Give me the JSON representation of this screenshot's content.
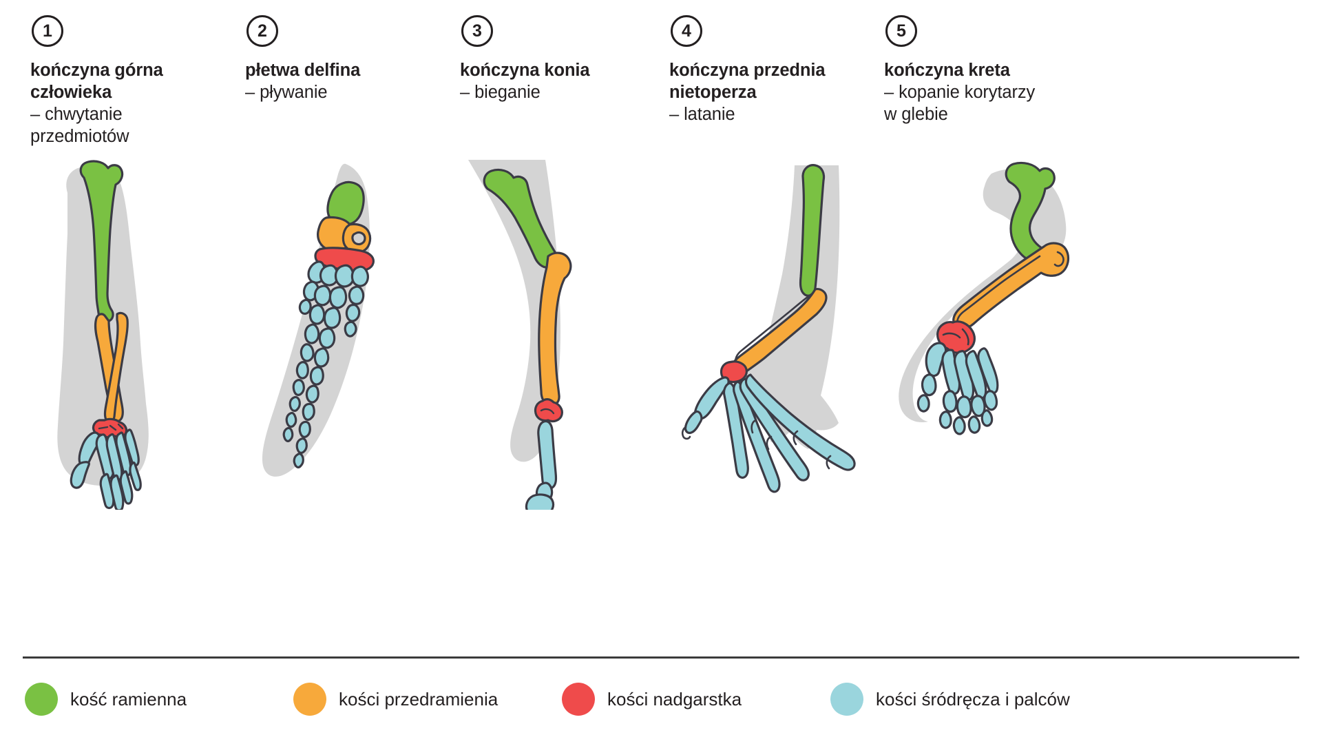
{
  "panels": [
    {
      "number": "1",
      "title": "kończyna górna\nczłowieka",
      "title_line1": "kończyna górna",
      "title_line2": "człowieka",
      "subtitle_line1": "– chwytanie",
      "subtitle_line2": "przedmiotów",
      "figure_name": "human-upper-limb-skeleton"
    },
    {
      "number": "2",
      "title_line1": "płetwa delfina",
      "title_line2": "",
      "subtitle_line1": "– pływanie",
      "subtitle_line2": "",
      "figure_name": "dolphin-flipper-skeleton"
    },
    {
      "number": "3",
      "title_line1": "kończyna konia",
      "title_line2": "",
      "subtitle_line1": "– bieganie",
      "subtitle_line2": "",
      "figure_name": "horse-limb-skeleton"
    },
    {
      "number": "4",
      "title_line1": "kończyna przednia",
      "title_line2": "nietoperza",
      "subtitle_line1": "– latanie",
      "subtitle_line2": "",
      "figure_name": "bat-forelimb-skeleton"
    },
    {
      "number": "5",
      "title_line1": "kończyna kreta",
      "title_line2": "",
      "subtitle_line1": "– kopanie korytarzy",
      "subtitle_line2": "w glebie",
      "figure_name": "mole-limb-skeleton"
    }
  ],
  "legend": [
    {
      "label": "kość ramienna",
      "color": "#7ac143"
    },
    {
      "label": "kości przedramienia",
      "color": "#f7a93b"
    },
    {
      "label": "kości nadgarstka",
      "color": "#ef4b4b"
    },
    {
      "label": "kości śródręcza i palców",
      "color": "#9ad5dd"
    }
  ],
  "colors": {
    "humerus": "#7ac143",
    "forearm": "#f7a93b",
    "carpals": "#ef4b4b",
    "metacarpals_phalanges": "#9ad5dd",
    "soft_tissue": "#cfcfcf",
    "outline": "#3b3b45",
    "text": "#231f20",
    "divider": "#3b3b3b",
    "background": "#ffffff"
  }
}
